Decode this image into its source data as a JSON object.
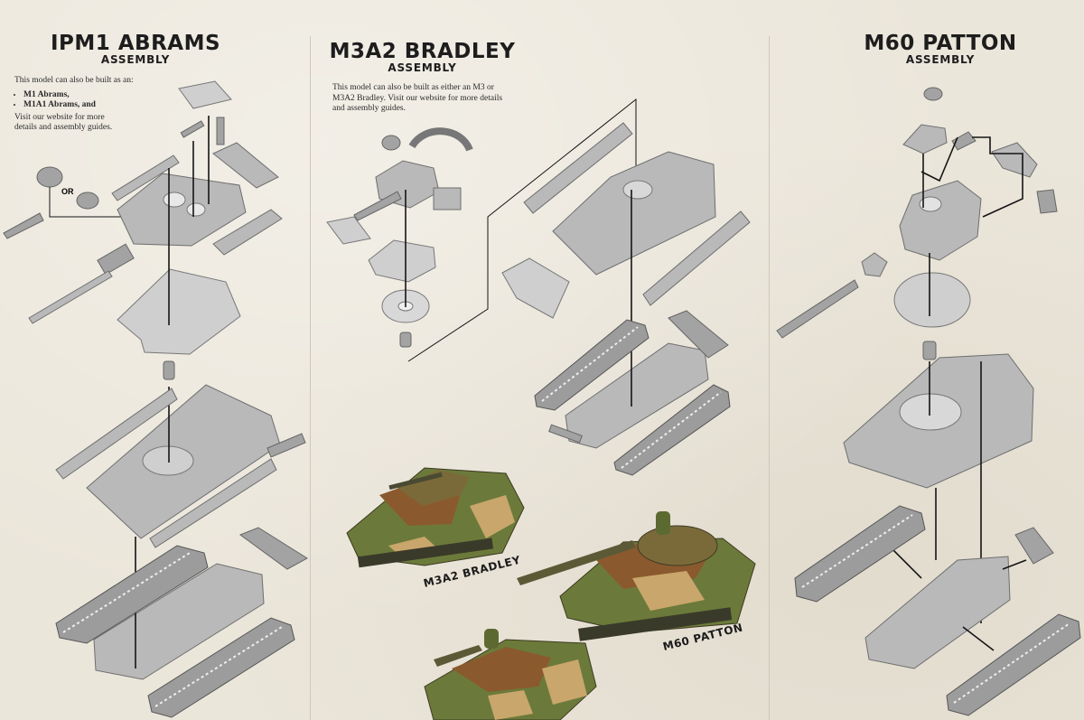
{
  "columns": [
    {
      "title": "IPM1 ABRAMS",
      "subtitle": "ASSEMBLY",
      "note_intro": "This model can also be built as an:",
      "note_items": [
        "M1 Abrams,",
        "M1A1 Abrams, and"
      ],
      "note_outro": "Visit our website for more details and assembly guides.",
      "or_label": "OR"
    },
    {
      "title": "M3A2 BRADLEY",
      "subtitle": "ASSEMBLY",
      "note_text": "This model can also be built as either an M3 or M3A2 Bradley. Visit our website for more details and assembly guides."
    },
    {
      "title": "M60 PATTON",
      "subtitle": "ASSEMBLY"
    }
  ],
  "captions": {
    "bradley": "M3A2 BRADLEY",
    "patton": "M60 PATTON"
  },
  "colors": {
    "paper": "#ebe6da",
    "part_grey": "#b9b9b9",
    "camo_green": "#6b7a3a",
    "camo_brown": "#8a5a2e",
    "camo_tan": "#c9a66b"
  }
}
